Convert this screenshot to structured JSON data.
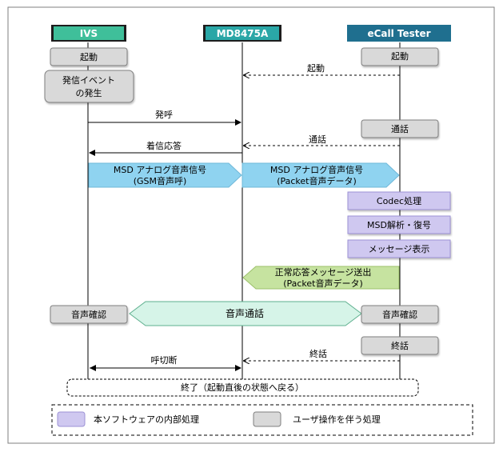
{
  "actors": {
    "ivs": {
      "label": "IVS",
      "color": "#3fbf9a"
    },
    "md": {
      "label": "MD8475A",
      "color": "#2aa7a7"
    },
    "tester": {
      "label": "eCall Tester",
      "color": "#1f6f8f"
    }
  },
  "steps": {
    "ivs_start": "起動",
    "ivs_event_line1": "発信イベント",
    "ivs_event_line2": "の発生",
    "tester_start": "起動",
    "tester_start_msg": "起動",
    "call": "発呼",
    "tester_talk": "通話",
    "tester_talk_msg": "通話",
    "incoming_answer": "着信応答",
    "msd_gsm_line1": "MSD アナログ音声信号",
    "msd_gsm_line2": "(GSM音声呼)",
    "msd_packet_line1": "MSD アナログ音声信号",
    "msd_packet_line2": "(Packet音声データ)",
    "codec": "Codec処理",
    "msd_decode": "MSD解析・復号",
    "message_display": "メッセージ表示",
    "ack_line1": "正常応答メッセージ送出",
    "ack_line2": "(Packet音声データ)",
    "ivs_voice_check": "音声確認",
    "voice_call": "音声通話",
    "tester_voice_check": "音声確認",
    "tester_end": "終話",
    "tester_end_msg": "終話",
    "hangup": "呼切断",
    "finish": "終了（起動直後の状態へ戻る）"
  },
  "legend": {
    "internal": "本ソフトウェアの内部処理",
    "user_op": "ユーザ操作を伴う処理"
  },
  "colors": {
    "gray_box": "#d9d9d9",
    "purple_box": "#cfc8f0",
    "blue_arrow": "#8fd3f0",
    "green_arrow": "#c6e3a0",
    "mint_arrow": "#d6f4e8"
  }
}
